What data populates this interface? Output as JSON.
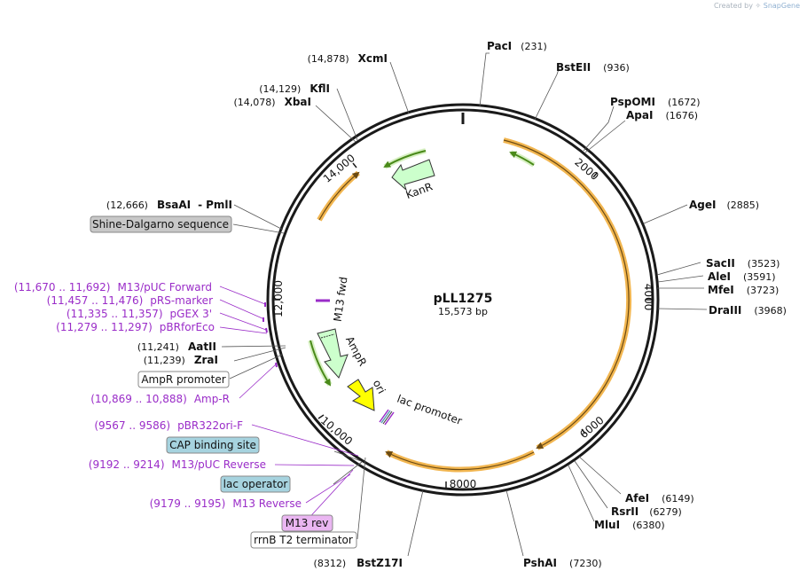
{
  "credit": {
    "created_by": "Created by",
    "brand": "SnapGene"
  },
  "plasmid": {
    "name": "pLL1275",
    "size": "15,573 bp"
  },
  "ticks": [
    "2000",
    "4000",
    "6000",
    "8000",
    "10,000",
    "12,000",
    "14,000"
  ],
  "sites": {
    "paci": {
      "name": "PacI",
      "pos": "(231)"
    },
    "bsteii": {
      "name": "BstEII",
      "pos": "(936)"
    },
    "pspomi": {
      "name": "PspOMI",
      "pos": "(1672)"
    },
    "apai": {
      "name": "ApaI",
      "pos": "(1676)"
    },
    "agei": {
      "name": "AgeI",
      "pos": "(2885)"
    },
    "sacii": {
      "name": "SacII",
      "pos": "(3523)"
    },
    "alei": {
      "name": "AleI",
      "pos": "(3591)"
    },
    "mfei": {
      "name": "MfeI",
      "pos": "(3723)"
    },
    "draiii": {
      "name": "DraIII",
      "pos": "(3968)"
    },
    "afei": {
      "name": "AfeI",
      "pos": "(6149)"
    },
    "rsrii": {
      "name": "RsrII",
      "pos": "(6279)"
    },
    "mlui": {
      "name": "MluI",
      "pos": "(6380)"
    },
    "pshai": {
      "name": "PshAI",
      "pos": "(7230)"
    },
    "bstz17i": {
      "name": "BstZ17I",
      "pos": "(8312)"
    },
    "aatii": {
      "name": "AatII",
      "pos": "(11,241)"
    },
    "zrai": {
      "name": "ZraI",
      "pos": "(11,239)"
    },
    "bsaai": {
      "name": "BsaAI",
      "pos": "(12,666)",
      "sep": "-",
      "name2": "PmlI"
    },
    "xbai": {
      "name": "XbaI",
      "pos": "(14,078)"
    },
    "kfli": {
      "name": "KflI",
      "pos": "(14,129)"
    },
    "xcmi": {
      "name": "XcmI",
      "pos": "(14,878)"
    }
  },
  "primers": {
    "m13puc_fwd": {
      "pos": "(11,670 .. 11,692)",
      "name": "M13/pUC Forward"
    },
    "prs_marker": {
      "pos": "(11,457 .. 11,476)",
      "name": "pRS-marker"
    },
    "pgex3": {
      "pos": "(11,335 .. 11,357)",
      "name": "pGEX 3'"
    },
    "pbrforeco": {
      "pos": "(11,279 .. 11,297)",
      "name": "pBRforEco"
    },
    "ampr_primer": {
      "pos": "(10,869 .. 10,888)",
      "name": "Amp-R"
    },
    "pbr322ori": {
      "pos": "(9567 .. 9586)",
      "name": "pBR322ori-F"
    },
    "m13puc_rev": {
      "pos": "(9192 .. 9214)",
      "name": "M13/pUC Reverse"
    },
    "m13_rev20": {
      "pos": "(9179 .. 9195)",
      "name": "M13 Reverse"
    }
  },
  "boxes": {
    "shine": "Shine-Dalgarno sequence",
    "ampr_promoter": "AmpR promoter",
    "cap": "CAP binding site",
    "lac_operator": "lac operator",
    "m13rev": "M13 rev",
    "rrnb": "rrnB T2 terminator"
  },
  "features": {
    "kanr": "KanR",
    "m13fwd": "M13 fwd",
    "ampr": "AmpR",
    "ori": "ori",
    "lac_promoter": "lac promoter"
  },
  "colors": {
    "backbone": "#1a1a1a",
    "orf": "#f2b650",
    "orf_dark": "#6b4a12",
    "green_arrow": "#4a8a1a",
    "resistance": "#ccffcc",
    "ori": "#ffff00",
    "primer": "#9a2cc8",
    "grey_box": "#c8c8c8",
    "teal_box": "#a6d3df",
    "pink_box": "#eab6f2"
  }
}
